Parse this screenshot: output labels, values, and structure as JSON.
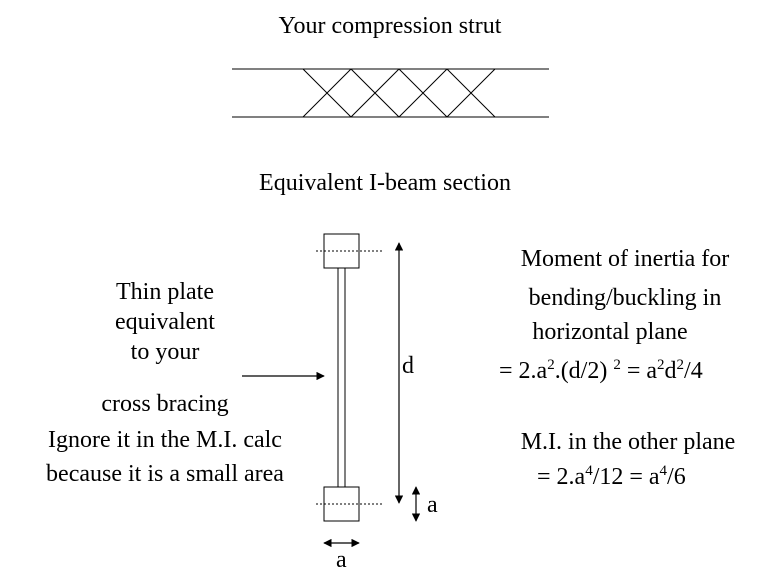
{
  "strut": {
    "title": "Your compression strut"
  },
  "section": {
    "title": "Equivalent I-beam section",
    "dim_d": "d",
    "dim_a_vertical": "a",
    "dim_a_horizontal": "a"
  },
  "thin_plate_note": {
    "lines": [
      "Thin plate",
      "equivalent",
      "to your",
      "cross bracing"
    ],
    "ignore_lines": [
      "Ignore it in the M.I. calc",
      "because it is a small area"
    ]
  },
  "moment_horizontal": {
    "lines": [
      "Moment of inertia for",
      "bending/buckling in",
      "horizontal plane"
    ],
    "formula": {
      "prefix": "= 2.a",
      "exp_a": "2",
      "mid": ".(d/2)",
      "exp_d2": "2",
      "eq": " = a",
      "exp_a2": "2",
      "d": "d",
      "exp_d": "2",
      "suffix": "/4"
    }
  },
  "moment_other": {
    "line": "M.I. in the other plane",
    "formula": {
      "prefix": "= 2.a",
      "exp1": "4",
      "mid": "/12 = a",
      "exp2": "4",
      "suffix": "/6"
    }
  }
}
